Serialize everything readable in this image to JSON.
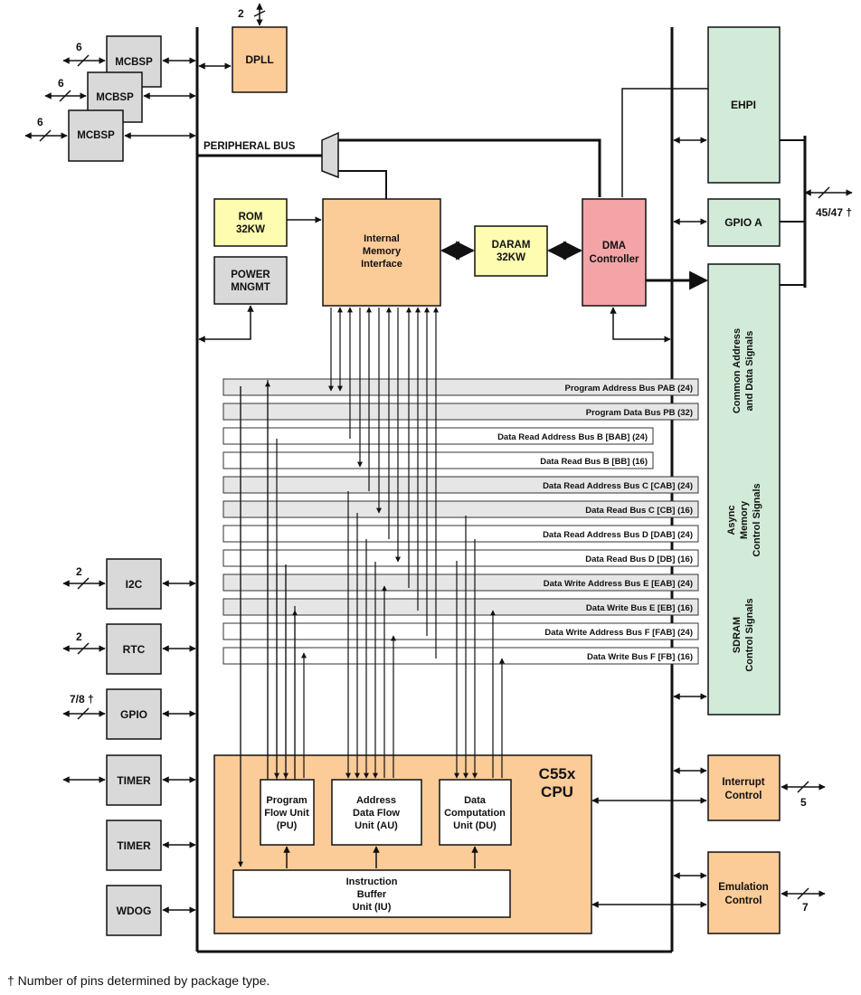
{
  "colors": {
    "gray_block": "#d9d9d9",
    "orange_block": "#fbcb98",
    "yellow_block": "#fefcb0",
    "green_block": "#d2ebd9",
    "pink_block": "#f4a4a6",
    "bus_gray": "#e6e6e6",
    "bus_white": "#ffffff",
    "line": "#111111"
  },
  "blocks": {
    "mcbsp0": "MCBSP",
    "mcbsp1": "MCBSP",
    "mcbsp2": "MCBSP",
    "dpll": "DPLL",
    "rom": [
      "ROM",
      "32KW"
    ],
    "power": [
      "POWER",
      "MNGMT"
    ],
    "imi": [
      "Internal",
      "Memory",
      "Interface"
    ],
    "daram": [
      "DARAM",
      "32KW"
    ],
    "dma": [
      "DMA",
      "Controller"
    ],
    "ehpi": "EHPI",
    "gpioa": "GPIO A",
    "i2c": "I2C",
    "rtc": "RTC",
    "gpio": "GPIO",
    "timer0": "TIMER",
    "timer1": "TIMER",
    "wdog": "WDOG",
    "interrupt": [
      "Interrupt",
      "Control"
    ],
    "emulation": [
      "Emulation",
      "Control"
    ],
    "cpu": [
      "C55x",
      "CPU"
    ],
    "pu": [
      "Program",
      "Flow Unit",
      "(PU)"
    ],
    "au": [
      "Address",
      "Data Flow",
      "Unit (AU)"
    ],
    "du": [
      "Data",
      "Computation",
      "Unit (DU)"
    ],
    "iu": [
      "Instruction",
      "Buffer",
      "Unit (IU)"
    ],
    "peripheral_bus": "PERIPHERAL BUS",
    "ext_common": [
      "Common Address",
      "and Data  Signals"
    ],
    "ext_async": [
      "Async",
      "Memory",
      "Control Signals"
    ],
    "ext_sdram": [
      "SDRAM",
      "Control Signals"
    ]
  },
  "pin_counts": {
    "dpll": "2",
    "mcbsp0": "6",
    "mcbsp1": "6",
    "mcbsp2": "6",
    "i2c": "2",
    "rtc": "2",
    "gpio": "7/8 †",
    "ehpi": "45/47 †",
    "interrupt": "5",
    "emulation": "7"
  },
  "buses": [
    {
      "label": "Program Address Bus PAB (24)",
      "shaded": true
    },
    {
      "label": "Program Data Bus PB (32)",
      "shaded": true
    },
    {
      "label": "Data Read Address Bus B [BAB] (24)",
      "shaded": false
    },
    {
      "label": "Data Read Bus B [BB] (16)",
      "shaded": false
    },
    {
      "label": "Data Read Address Bus C [CAB] (24)",
      "shaded": true
    },
    {
      "label": "Data Read Bus C [CB] (16)",
      "shaded": true
    },
    {
      "label": "Data Read Address Bus D [DAB] (24)",
      "shaded": false
    },
    {
      "label": "Data Read Bus D [DB] (16)",
      "shaded": false
    },
    {
      "label": "Data Write Address Bus E [EAB] (24)",
      "shaded": true
    },
    {
      "label": "Data Write Bus E [EB] (16)",
      "shaded": true
    },
    {
      "label": "Data Write Address Bus F [FAB] (24)",
      "shaded": false
    },
    {
      "label": "Data Write Bus F [FB] (16)",
      "shaded": false
    }
  ],
  "footnote": "† Number of pins determined by package type."
}
